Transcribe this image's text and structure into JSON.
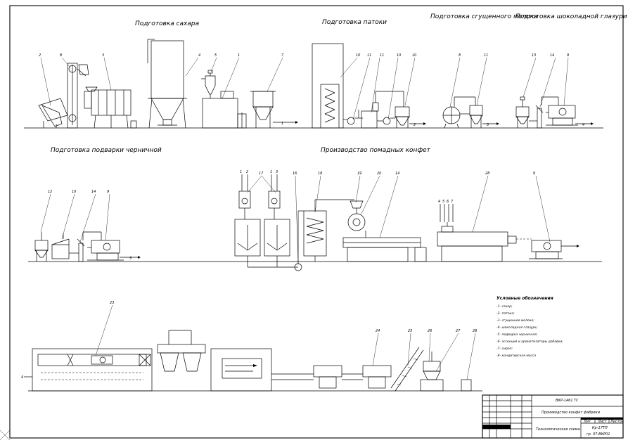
{
  "sections": {
    "sugar": "Подготовка сахара",
    "molasses": "Подготовка патоки",
    "condensed_milk": "Подготовка сгущенного молока",
    "chocolate_glaze": "Подготовка шоколадной глазури",
    "blueberry": "Подготовка подварки черничной",
    "production": "Производство помадных конфет"
  },
  "legend": {
    "title": "Условные обозначения",
    "items": [
      "-1- сахар;",
      "-2- патока;",
      "-3- сгущенное молоко;",
      "-4- шоколадная глазурь;",
      "-5- подварка черничная;",
      "-6- эссенция и ароматизаторы добавки;",
      "-7- сироп;",
      "-8- кондитерская масса"
    ]
  },
  "title_block": {
    "code": "ВКР-1461 ТС",
    "project": "Производство конфет фабрики",
    "sheet_title": "Технологическая схема",
    "group": "Кр-17ТП",
    "org": "гр. 07-ВКР01",
    "cols": [
      "Лит",
      "Лист",
      "Листов"
    ]
  },
  "flow_labels": {
    "sugar_out": "1",
    "molasses_out": "2",
    "milk_out": "3",
    "glaze_out": "4",
    "blueberry_out": "5",
    "line_start": "4"
  },
  "callouts": {
    "s1": [
      "2",
      "8",
      "3",
      "4",
      "5",
      "1",
      "7"
    ],
    "s2": [
      "10",
      "11",
      "11",
      "10",
      "10"
    ],
    "s3": [
      "8",
      "11"
    ],
    "s4": [
      "13",
      "14",
      "9"
    ],
    "s5": [
      "12",
      "10",
      "14",
      "9"
    ],
    "s6": [
      "17",
      "16",
      "18",
      "19",
      "20",
      "14",
      "28",
      "9"
    ],
    "s6_inputs": [
      "1",
      "2",
      "1",
      "3"
    ],
    "s6_extra_inputs": [
      "4",
      "5",
      "6",
      "7"
    ],
    "s7": [
      "23",
      "24",
      "25",
      "26",
      "27",
      "28"
    ]
  }
}
